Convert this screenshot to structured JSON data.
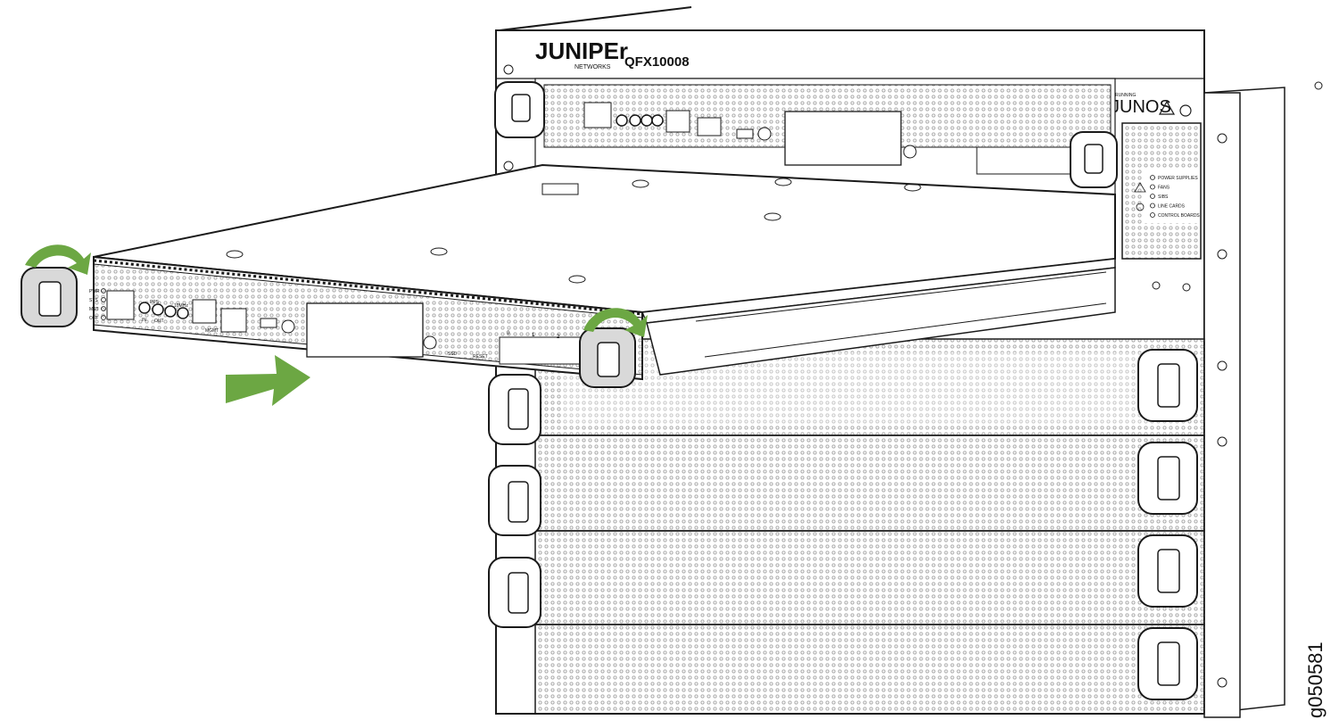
{
  "brand": {
    "logo_text": "JUNIPEr",
    "logo_sub": "NETWORKS",
    "model": "QFX10008",
    "os_small": "RUNNING",
    "os_name": "JUNOS"
  },
  "chassis_status_leds": [
    "POWER SUPPLIES",
    "FANS",
    "SIBS",
    "LINE CARDS",
    "CONTROL BOARDS"
  ],
  "routing_engine": {
    "led_labels": [
      "PWR",
      "STS",
      "MST",
      "OFF"
    ],
    "pps_label": "PPS",
    "tod_label": "10MHz",
    "in_label": "IN",
    "out_label": "OUT",
    "mgmt_label": "MGMT",
    "ssd_label": "SSD",
    "reset_label": "RESET",
    "port_numbers": [
      "0",
      "1",
      "2",
      "3"
    ]
  },
  "colors": {
    "arrow": "#6ca743",
    "outline": "#1a1a1a",
    "handle_fill": "#d9d9d9",
    "perforation": "#9a9a9a"
  },
  "figure_id": "g050581"
}
